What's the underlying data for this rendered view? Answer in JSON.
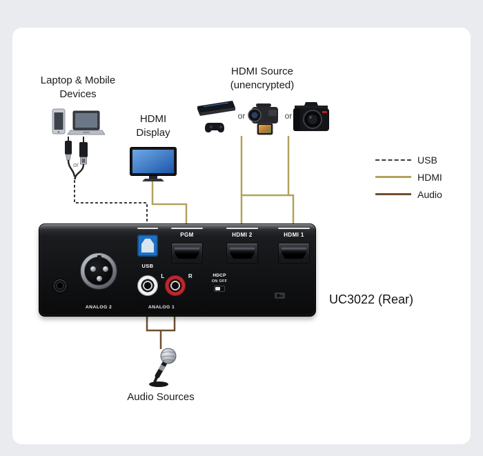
{
  "labels": {
    "laptop_mobile": "Laptop & Mobile\nDevices",
    "hdmi_display": "HDMI\nDisplay",
    "hdmi_source": "HDMI Source\n(unencrypted)",
    "audio_sources": "Audio Sources",
    "device_name": "UC3022 (Rear)",
    "or_cable": "or",
    "or_source_1": "or",
    "or_source_2": "or"
  },
  "legend": {
    "items": [
      {
        "label": "USB",
        "line_style": "dashed"
      },
      {
        "label": "HDMI",
        "line_style": "solid"
      },
      {
        "label": "Audio",
        "line_style": "solid"
      }
    ]
  },
  "device": {
    "ports": {
      "usb": "USB",
      "pgm": "PGM",
      "hdmi2": "HDMI 2",
      "hdmi1": "HDMI 1",
      "analog1": "ANALOG 1",
      "analog2": "ANALOG 2",
      "rca_left": "L",
      "rca_right": "R",
      "hdcp": "HDCP",
      "hdcp_positions": "ON OFF"
    }
  },
  "colors": {
    "background": "#e9ebee",
    "panel": "#ffffff",
    "wire_usb": "#3b3b3b",
    "wire_hdmi": "#b3a15c",
    "wire_audio": "#6e4e2d",
    "usb_port": "#1d72c6",
    "rca_red": "#c0272d",
    "screen_blue": "#2f6fc1"
  }
}
